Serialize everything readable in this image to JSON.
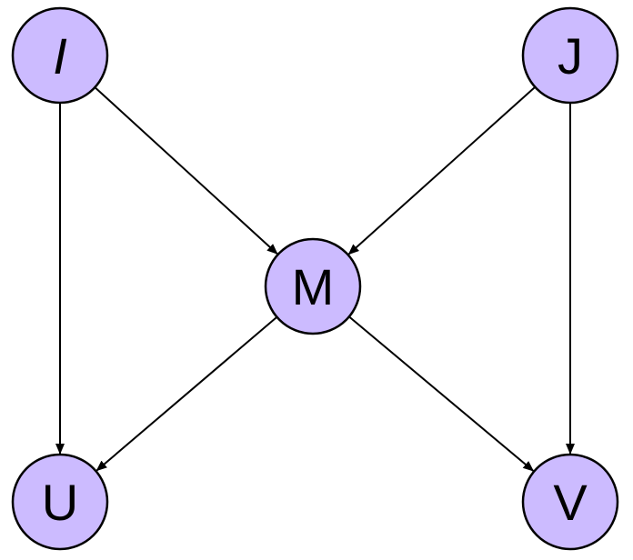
{
  "colors": {
    "node_fill": "#ccbbff",
    "stroke": "#000000"
  },
  "nodes": [
    {
      "id": "I",
      "label": "I",
      "italic": true
    },
    {
      "id": "J",
      "label": "J",
      "italic": false
    },
    {
      "id": "M",
      "label": "M",
      "italic": false
    },
    {
      "id": "U",
      "label": "U",
      "italic": false
    },
    {
      "id": "V",
      "label": "V",
      "italic": false
    }
  ],
  "edges": [
    {
      "from": "I",
      "to": "U"
    },
    {
      "from": "I",
      "to": "M"
    },
    {
      "from": "J",
      "to": "M"
    },
    {
      "from": "J",
      "to": "V"
    },
    {
      "from": "M",
      "to": "U"
    },
    {
      "from": "M",
      "to": "V"
    }
  ]
}
